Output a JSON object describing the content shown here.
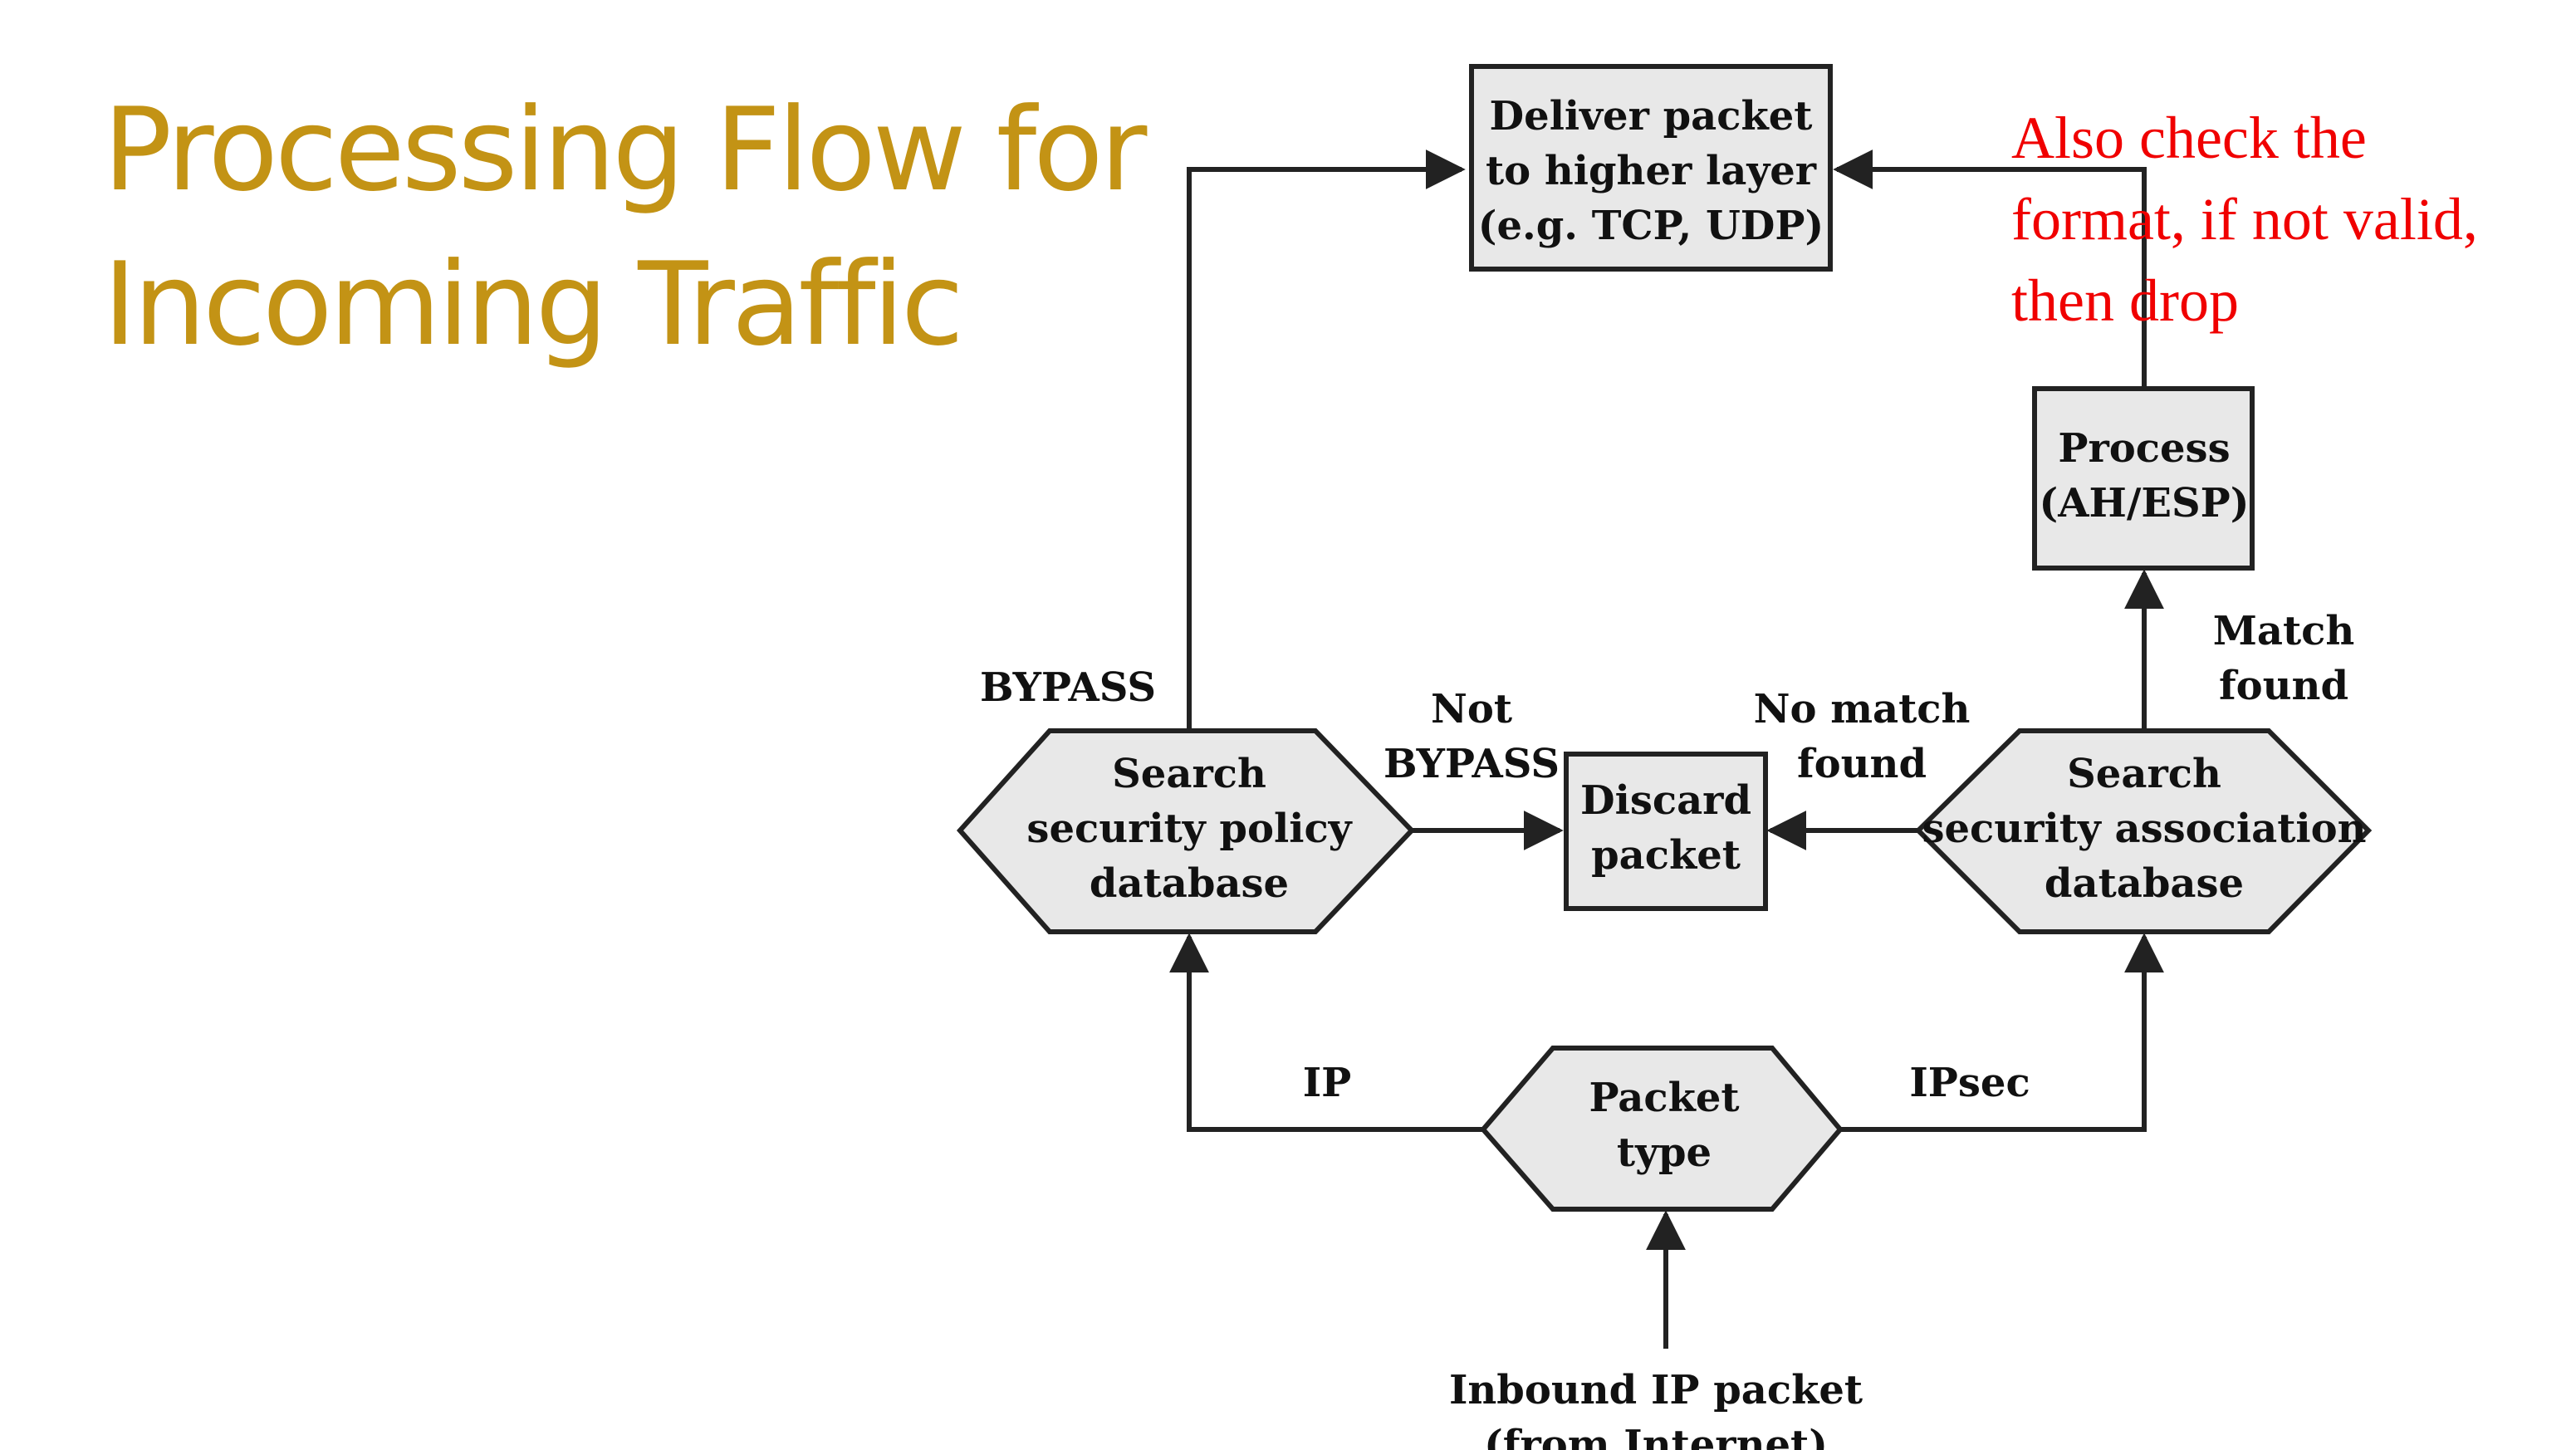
{
  "title": {
    "line1": "Processing Flow for",
    "line2": "Incoming Traffic"
  },
  "colors": {
    "title": "#c39315",
    "annotation": "#f00000",
    "node_fill": "#e8e8e8",
    "stroke": "#222222"
  },
  "diagram": {
    "nodes": {
      "deliver": [
        "Deliver packet",
        "to higher layer",
        "(e.g. TCP, UDP)"
      ],
      "process": [
        "Process",
        "(AH/ESP)"
      ],
      "discard": [
        "Discard",
        "packet"
      ],
      "spd": [
        "Search",
        "security policy",
        "database"
      ],
      "sad": [
        "Search",
        "security association",
        "database"
      ],
      "packet_type": [
        "Packet",
        "type"
      ]
    },
    "edges": {
      "bypass": "BYPASS",
      "not_bypass": [
        "Not",
        "BYPASS"
      ],
      "no_match": [
        "No match",
        "found"
      ],
      "match": [
        "Match",
        "found"
      ],
      "ip": "IP",
      "ipsec": "IPsec",
      "inbound": [
        "Inbound IP packet",
        "(from Internet)"
      ]
    },
    "annotation": [
      "Also check the",
      "format, if not valid,",
      "then drop"
    ]
  }
}
